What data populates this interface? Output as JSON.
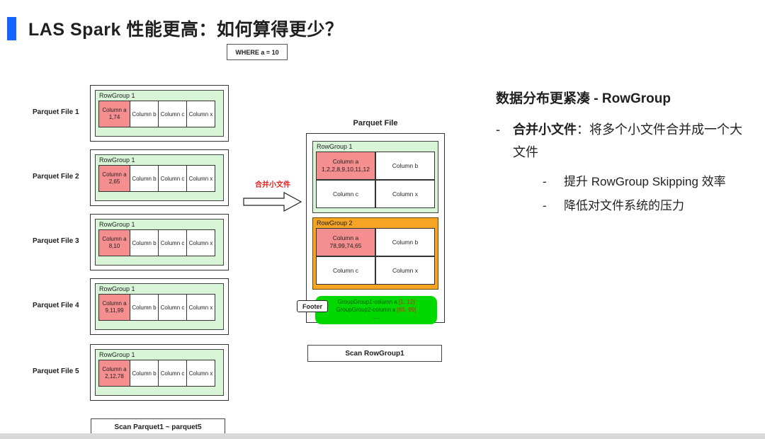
{
  "slide": {
    "title": "LAS Spark 性能更高：如何算得更少？",
    "where_clause": "WHERE a = 10"
  },
  "parquet_files": [
    {
      "label": "Parquet File 1",
      "rowgroup": "RowGroup 1",
      "col_a_label": "Column a",
      "col_a_values": "1,74",
      "col_b": "Column b",
      "col_c": "Column c",
      "col_x": "Column x"
    },
    {
      "label": "Parquet File 2",
      "rowgroup": "RowGroup 1",
      "col_a_label": "Column a",
      "col_a_values": "2,65",
      "col_b": "Column b",
      "col_c": "Column c",
      "col_x": "Column x"
    },
    {
      "label": "Parquet File 3",
      "rowgroup": "RowGroup 1",
      "col_a_label": "Column a",
      "col_a_values": "8,10",
      "col_b": "Column b",
      "col_c": "Column c",
      "col_x": "Column x"
    },
    {
      "label": "Parquet File 4",
      "rowgroup": "RowGroup 1",
      "col_a_label": "Column a",
      "col_a_values": "9,11,99",
      "col_b": "Column b",
      "col_c": "Column c",
      "col_x": "Column x"
    },
    {
      "label": "Parquet File 5",
      "rowgroup": "RowGroup 1",
      "col_a_label": "Column a",
      "col_a_values": "2,12,78",
      "col_b": "Column b",
      "col_c": "Column c",
      "col_x": "Column x"
    }
  ],
  "arrow": {
    "label": "合并小文件"
  },
  "merged": {
    "title": "Parquet File",
    "rg1": {
      "name": "RowGroup 1",
      "col_a_label": "Column a",
      "col_a_values": "1,2,2,8,9,10,11,12",
      "col_b": "Column b",
      "col_c": "Column c",
      "col_x": "Column x"
    },
    "rg2": {
      "name": "RowGroup 2",
      "col_a_label": "Column a",
      "col_a_values": "78,99,74,65",
      "col_b": "Column b",
      "col_c": "Column c",
      "col_x": "Column x"
    },
    "footer": {
      "tag": "Footer",
      "line1_prefix": "GroupGroup1-column a ",
      "line1_range": "[1, 12]",
      "line2_prefix": "GroupGroup2-column a ",
      "line2_range": "[65, 99]",
      "line3": "....."
    }
  },
  "scan": {
    "rowgroup": "Scan RowGroup1",
    "parquet": "Scan Parquet1 ~ parquet5"
  },
  "notes": {
    "heading": "数据分布更紧凑 - RowGroup",
    "dash": "-",
    "bullet_bold": "合并小文件",
    "bullet_rest": "：将多个小文件合并成一个大文件",
    "sub_bullets": [
      "提升 RowGroup Skipping 效率",
      "降低对文件系统的压力"
    ]
  },
  "colors": {
    "accent": "#1664ff",
    "green": "#d8f5d8",
    "pink": "#f58f8f",
    "orange": "#f5a423",
    "footer_green": "#00d800",
    "footer_text": "#035503",
    "red": "#e02020",
    "strip": "#d9d9d9"
  }
}
